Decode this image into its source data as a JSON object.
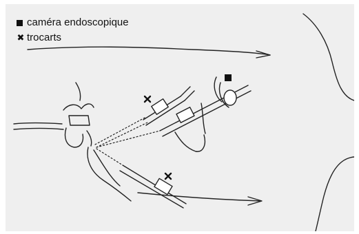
{
  "legend": {
    "camera": {
      "marker": "square",
      "label": "caméra endoscopique"
    },
    "trocars": {
      "marker": "cross",
      "label": "trocarts"
    }
  },
  "colors": {
    "panel_background": "#efefef",
    "ink": "#111111"
  }
}
